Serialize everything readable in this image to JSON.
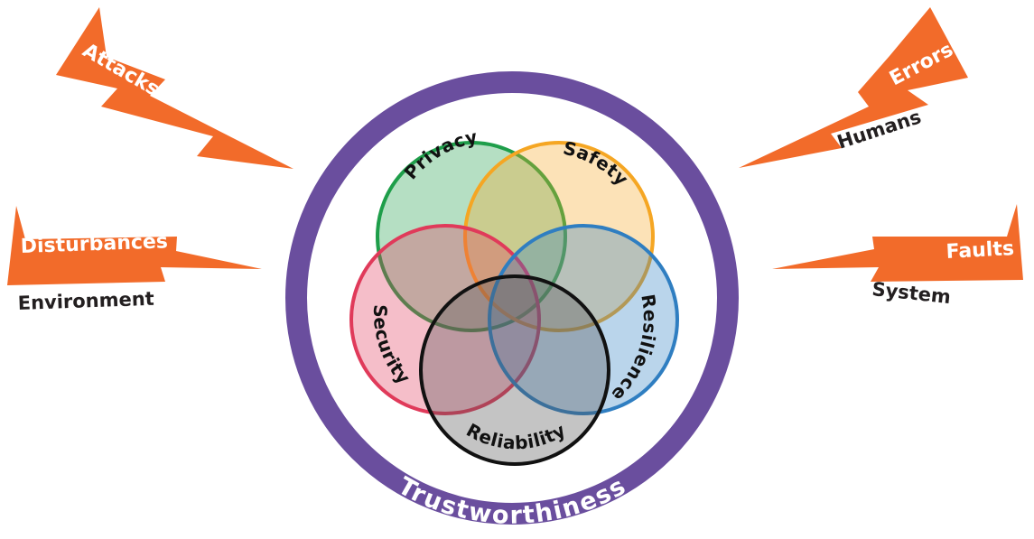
{
  "colors": {
    "bolt": "#f26b2a",
    "ring": "#6a4e9e",
    "privacy": "#1e9e4a",
    "safety": "#f5a623",
    "security": "#e03a5a",
    "resilience": "#2f7ec1",
    "reliability": "#222222"
  },
  "threats": {
    "attacks": {
      "label": "Attacks",
      "icon": "lightning-bolt-icon"
    },
    "disturbances": {
      "label": "Disturbances",
      "source": "Environment",
      "icon": "lightning-bolt-icon"
    },
    "errors": {
      "label": "Errors",
      "source": "Humans",
      "icon": "lightning-bolt-icon"
    },
    "faults": {
      "label": "Faults",
      "source": "System",
      "icon": "lightning-bolt-icon"
    }
  },
  "properties": {
    "privacy": "Privacy",
    "safety": "Safety",
    "security": "Security",
    "resilience": "Resilience",
    "reliability": "Reliability"
  },
  "ring": {
    "label": "Trustworthiness"
  }
}
